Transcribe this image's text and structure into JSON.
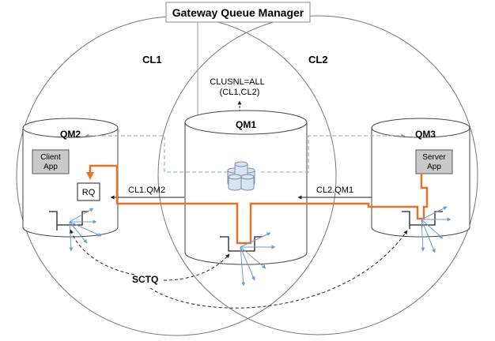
{
  "title": "Gateway Queue Manager",
  "clusters": {
    "cl1": "CL1",
    "cl2": "CL2"
  },
  "namelist": {
    "line1": "CLUSNL=ALL",
    "line2": "(CL1,CL2)"
  },
  "queue_managers": {
    "qm1": "QM1",
    "qm2": "QM2",
    "qm3": "QM3"
  },
  "apps": {
    "client": {
      "line1": "Client",
      "line2": "App"
    },
    "server": {
      "line1": "Server",
      "line2": "App"
    }
  },
  "queue": "RQ",
  "channels": {
    "cl1_qm2": "CL1.QM2",
    "cl2_qm1": "CL2.QM1"
  },
  "sctq": "SCTQ",
  "colors": {
    "route": "#e8722c",
    "app_box": "#c9c9c9",
    "cluster_line": "#777777",
    "arrow": "#6f9bd1"
  }
}
